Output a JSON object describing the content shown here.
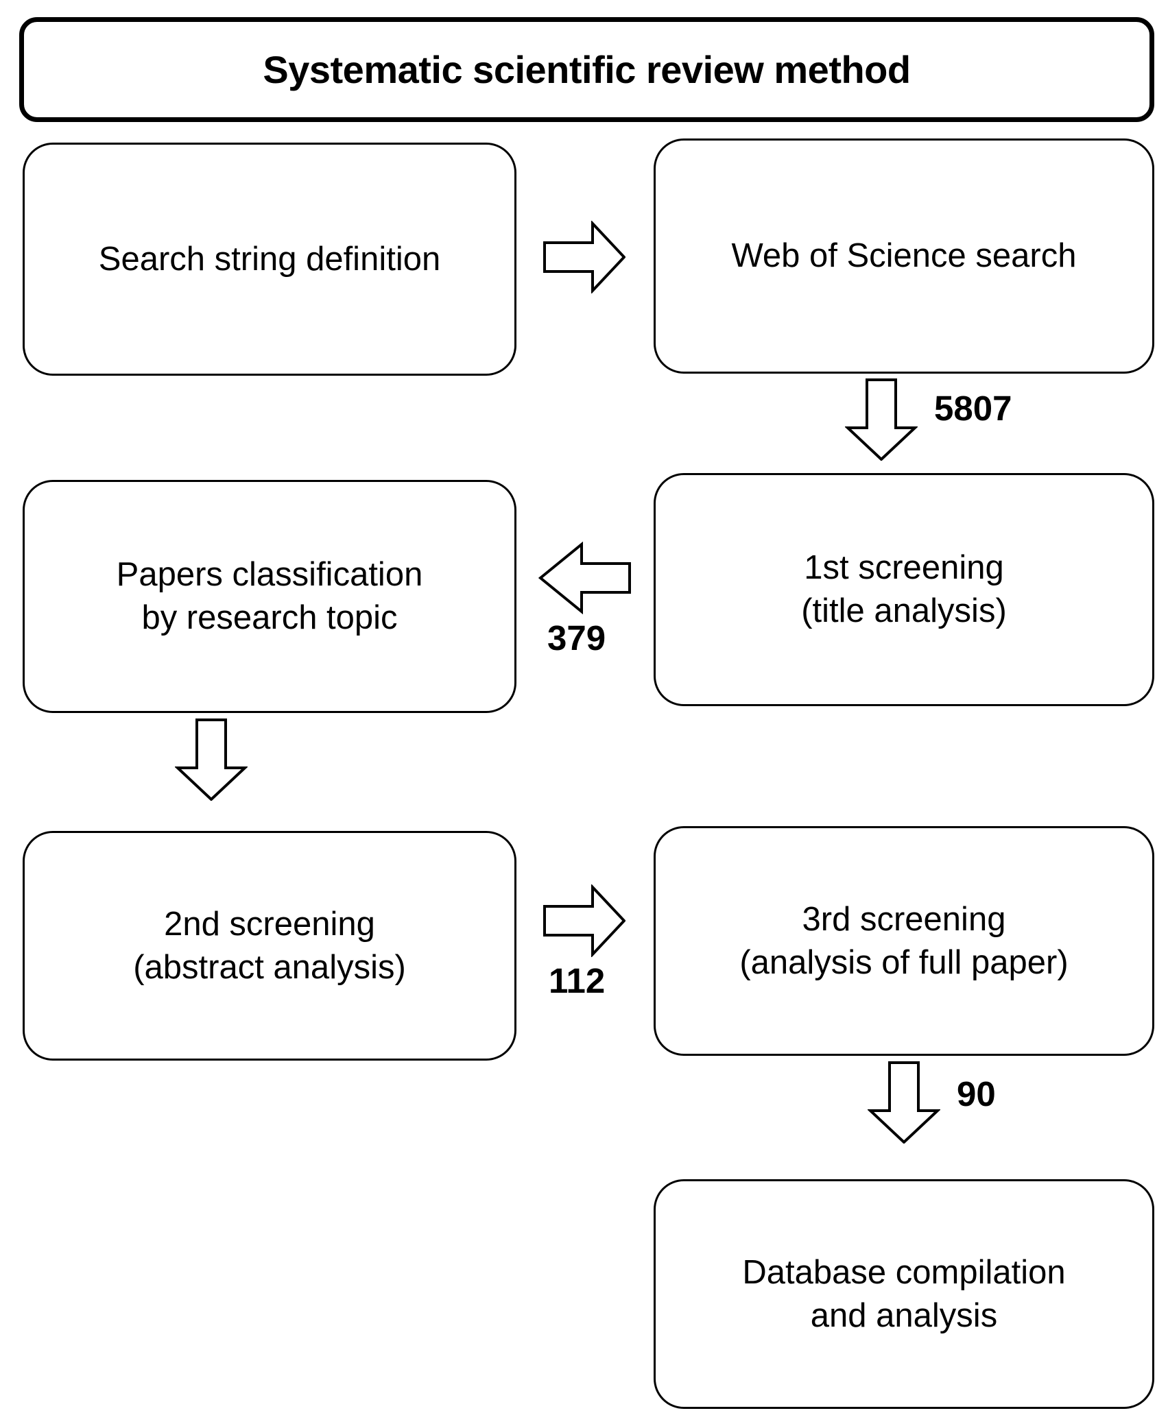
{
  "diagram": {
    "title": "Systematic scientific review method",
    "nodes": [
      {
        "id": "search-string-definition",
        "label": "Search string definition"
      },
      {
        "id": "web-of-science-search",
        "label": "Web of Science search"
      },
      {
        "id": "papers-classification",
        "label": "Papers classification\nby research topic"
      },
      {
        "id": "first-screening",
        "label": "1st screening\n(title analysis)"
      },
      {
        "id": "second-screening",
        "label": "2nd screening\n(abstract analysis)"
      },
      {
        "id": "third-screening",
        "label": "3rd screening\n(analysis of full paper)"
      },
      {
        "id": "database-compilation",
        "label": "Database compilation\nand analysis"
      }
    ],
    "connectors": [
      {
        "id": "search-to-wos",
        "direction": "right",
        "label": ""
      },
      {
        "id": "wos-to-first-screening",
        "direction": "down",
        "label": "5807"
      },
      {
        "id": "first-screening-to-classification",
        "direction": "left",
        "label": "379"
      },
      {
        "id": "classification-to-second-screening",
        "direction": "down",
        "label": ""
      },
      {
        "id": "second-to-third-screening",
        "direction": "right",
        "label": "112"
      },
      {
        "id": "third-screening-to-database",
        "direction": "down",
        "label": "90"
      }
    ],
    "colors": {
      "stroke": "#000000",
      "fill": "#ffffff",
      "text": "#000000"
    }
  }
}
